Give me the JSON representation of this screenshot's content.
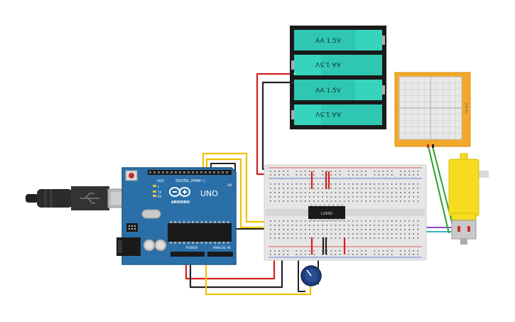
{
  "battery_pack": {
    "cells": [
      {
        "label": "AA 1.5V",
        "flipped": false
      },
      {
        "label": "AA 1.5V",
        "flipped": true
      },
      {
        "label": "AA 1.5V",
        "flipped": false
      },
      {
        "label": "AA 1.5V",
        "flipped": true
      }
    ],
    "plus_label": "+",
    "minus_label": "-"
  },
  "arduino": {
    "brand": "ARDUINO",
    "model": "UNO",
    "digital_header": "DIGITAL (PWM~)",
    "power_header": "POWER",
    "analog_header": "ANALOG IN",
    "aref": "AREF",
    "gnd": "GND",
    "tx": "TX",
    "rx": "RX",
    "on": "ON",
    "l": "L"
  },
  "chip": {
    "label": "L293D"
  },
  "oscilloscope": {
    "side_label": "100 ms"
  },
  "colors": {
    "battery_cell": "#2fc7b1",
    "battery_cell_cap": "#36d4bd",
    "battery_case": "#1a1a1a",
    "arduino_board": "#2a6fa8",
    "breadboard": "#e6e6e6",
    "rail_red": "#e03030",
    "wire_red": "#d42020",
    "wire_black": "#222222",
    "wire_yellow": "#f0c000",
    "wire_purple": "#8a4cc8",
    "wire_teal": "#3ab0c0",
    "wire_green": "#2ca02c",
    "motor_yellow": "#f5dc1e",
    "oscilloscope_frame": "#f3a82a"
  },
  "components": {
    "usb_cable": "usb-cable",
    "potentiometer": "potentiometer",
    "dc_motor": "dc-motor"
  }
}
